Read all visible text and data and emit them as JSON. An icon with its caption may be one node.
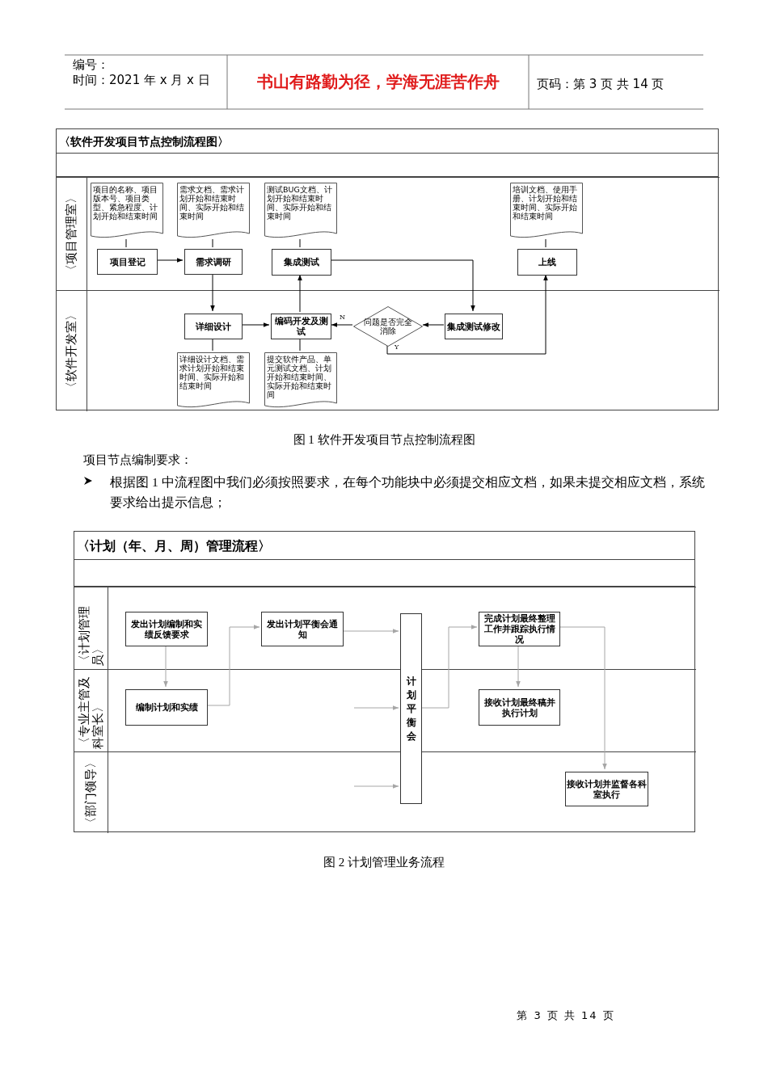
{
  "diagram": {
    "nodes": [
      {
        "text": [
          "〈软件开发项目节点控制流程图〉"
        ]
      },
      {
        "text": [
          "〈项目管理室〉"
        ],
        "in": 0
      },
      {
        "text": [
          "项目的名称、项目版本号、项目类型、紧急程度、计划开始和结束时间"
        ],
        "in": 1
      },
      {
        "text": [
          "需求文档、需求计划开始和结束时间、实际开始和结束时间"
        ],
        "in": 1
      },
      {
        "text": [
          "测试BUG文档、计划开始和结束时间、实际开始和结束时间"
        ],
        "in": 1
      },
      {
        "text": [
          "培训文档、使用手册、计划开始和结束时间、实际开始和结束时间"
        ],
        "in": 1
      },
      {
        "text": [
          "项目登记"
        ],
        "in": 1
      },
      {
        "text": [
          "需求调研"
        ],
        "in": 1
      },
      {
        "text": [
          "集成测试"
        ],
        "in": 1
      },
      {
        "text": [
          "上线"
        ],
        "in": 1
      },
      {
        "text": [
          "〈软件开发室〉"
        ],
        "in": 0
      },
      {
        "text": [
          "详细设计"
        ],
        "in": 10
      },
      {
        "text": [
          "编码开发及测试"
        ],
        "in": 10
      },
      {
        "text": [
          "问题是否完全消除"
        ],
        "in": 10
      },
      {
        "text": [
          "集成测试修改"
        ],
        "in": 10
      },
      {
        "text": [
          "详细设计文档、需求计划开始和结束时间、实际开始和结束时间"
        ],
        "in": 10
      },
      {
        "text": [
          "提交软件产品、单元测试文档、计划开始和结束时间、实际开始和结束时间"
        ],
        "in": 10
      },
      {
        "text": [
          "〈计划（年、月、周）管理流程〉"
        ]
      },
      {
        "text": [
          "〈计划管理员〉"
        ],
        "in": 17
      },
      {
        "text": [
          "发出计划编制和实绩反馈要求"
        ],
        "in": 18
      },
      {
        "text": [
          "发出计划平衡会通知"
        ],
        "in": 18
      },
      {
        "text": [
          "完成计划最终整理工作并跟踪执行情况"
        ],
        "in": 18
      },
      {
        "text": [
          "〈专业主管及科室长〉"
        ],
        "in": 17
      },
      {
        "text": [
          "编制计划和实绩"
        ],
        "in": 22
      },
      {
        "text": [
          "接收计划最终稿并执行计划"
        ],
        "in": 22
      },
      {
        "text": [
          "〈部门领导〉"
        ],
        "in": 17
      },
      {
        "text": [
          "接收计划并监督各科室执行"
        ],
        "in": 25
      },
      {
        "text": [
          "计划平衡会"
        ],
        "in": 17
      }
    ],
    "edges": [
      {
        "from": 2,
        "to": 6,
        "arrow": "none"
      },
      {
        "from": 3,
        "to": 7,
        "arrow": "none"
      },
      {
        "from": 4,
        "to": 8,
        "arrow": "none"
      },
      {
        "from": 5,
        "to": 9,
        "arrow": "none"
      },
      {
        "from": 6,
        "to": 7,
        "arrow": "to"
      },
      {
        "from": 7,
        "to": 11,
        "arrow": "to"
      },
      {
        "from": 11,
        "to": 12,
        "arrow": "to"
      },
      {
        "from": 12,
        "to": 8,
        "arrow": "to"
      },
      {
        "from": 8,
        "to": 14,
        "arrow": "to"
      },
      {
        "from": 14,
        "to": 13,
        "arrow": "to"
      },
      {
        "from": 13,
        "to": 12,
        "arrow": "to",
        "label": "N"
      },
      {
        "from": 13,
        "to": 9,
        "arrow": "to",
        "label": "Y"
      },
      {
        "from": 11,
        "to": 15,
        "arrow": "none"
      },
      {
        "from": 12,
        "to": 16,
        "arrow": "none"
      },
      {
        "from": 19,
        "to": 23,
        "arrow": "to",
        "color": "#a6a6a6"
      },
      {
        "from": 23,
        "to": 20,
        "arrow": "to",
        "color": "#a6a6a6"
      },
      {
        "from": 20,
        "to": 27,
        "arrow": "to",
        "color": "#a6a6a6"
      },
      {
        "from": null,
        "to": 27,
        "arrow": "to",
        "color": "#a6a6a6"
      },
      {
        "from": null,
        "to": 27,
        "arrow": "to",
        "color": "#a6a6a6"
      },
      {
        "from": 27,
        "to": 21,
        "arrow": "to",
        "color": "#a6a6a6"
      },
      {
        "from": 21,
        "to": 24,
        "arrow": "to",
        "color": "#a6a6a6"
      },
      {
        "from": 21,
        "to": 26,
        "arrow": "to",
        "color": "#a6a6a6"
      }
    ],
    "labels": [
      "编号：",
      "时间：2021 年 x 月 x 日",
      "书山有路勤为径，学海无涯苦作舟",
      "页码：第 3 页 共 14 页",
      "图 1 软件开发项目节点控制流程图",
      "项目节点编制要求：",
      "根据图 1 中流程图中我们必须按照要求，在每个功能块中必须提交相应文档，如果未提交相应文档，系统要求给出提示信息；",
      "图 2 计划管理业务流程",
      "第 3 页 共 14 页"
    ]
  }
}
